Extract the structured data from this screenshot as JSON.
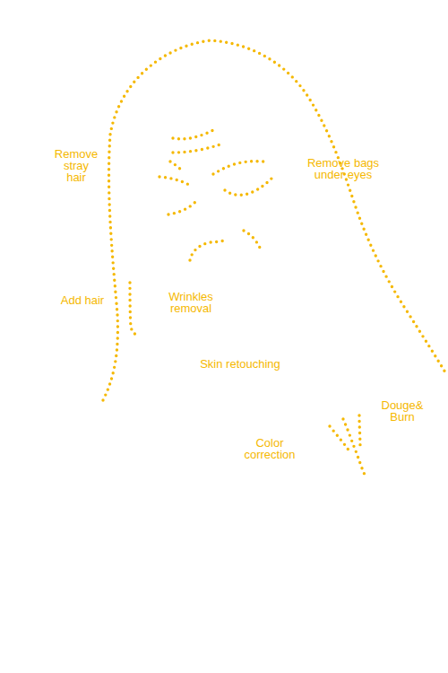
{
  "diagram": {
    "labels": [
      "Remove stray hair",
      "Remove bags under eyes",
      "Add hair",
      "Wrinkles removal",
      "Skin retouching",
      "Douge& Burn",
      "Color correction"
    ]
  }
}
